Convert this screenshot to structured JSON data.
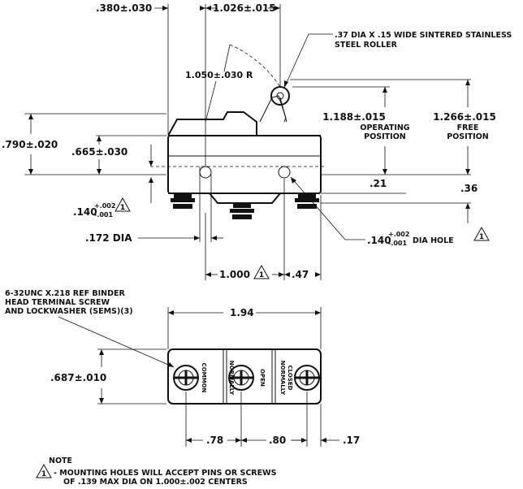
{
  "dims": {
    "top_left": ".380±.030",
    "top_right": "1.026±.015",
    "radius": "1.050±.030 R",
    "height_790": ".790±.020",
    "height_665": ".665±.030",
    "op_pos_value": "1.188±.015",
    "op_pos_label1": "OPERATING",
    "op_pos_label2": "POSITION",
    "free_pos_value": "1.266±.015",
    "free_pos_label1": "FREE",
    "free_pos_label2": "POSITION",
    "d21": ".21",
    "d36": ".36",
    "left_hole_main": ".140",
    "left_hole_tol_top": "+.002",
    "left_hole_tol_bot": "-.001",
    "right_hole_main": ".140",
    "right_hole_tol_top": "+.002",
    "right_hole_tol_bot": "-.001",
    "right_hole_suffix": "DIA HOLE",
    "dia172": ".172 DIA",
    "d1000": "1.000",
    "d47": ".47",
    "d194": "1.94",
    "d687": ".687±.010",
    "d78": ".78",
    "d80": ".80",
    "d17": ".17"
  },
  "callouts": {
    "roller_line1": ".37 DIA X .15 WIDE SINTERED STAINLESS",
    "roller_line2": "STEEL ROLLER",
    "screw_line1": "6-32UNC X.218 REF BINDER",
    "screw_line2": "HEAD TERMINAL SCREW",
    "screw_line3": "AND LOCKWASHER (SEMS)(3)"
  },
  "terminals": {
    "common": "COMMON",
    "no_line1": "NORMALLY",
    "no_line2": "OPEN",
    "nc_line1": "NORMALLY",
    "nc_line2": "CLOSED"
  },
  "note": {
    "title": "NOTE",
    "line1": "- MOUNTING HOLES WILL ACCEPT PINS OR SCREWS",
    "line2": "OF .139 MAX DIA ON 1.000±.002 CENTERS",
    "flag": "1"
  }
}
